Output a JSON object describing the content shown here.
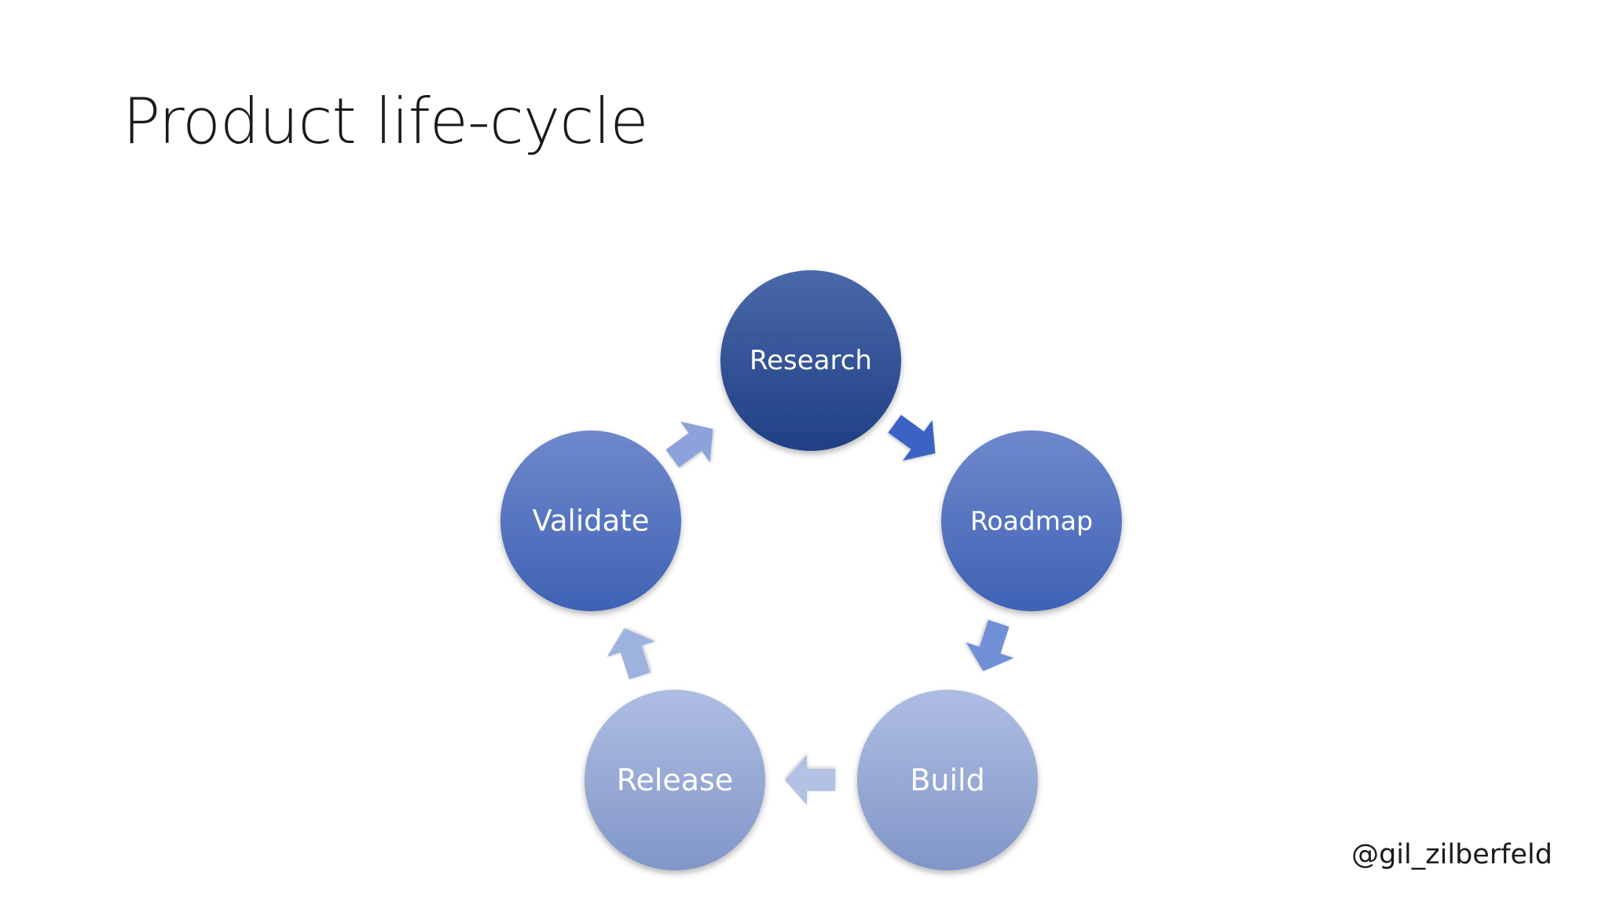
{
  "slide": {
    "title": "Product life-cycle",
    "footer": "@gil_zilberfeld"
  },
  "cycle": {
    "nodes": [
      {
        "id": "research",
        "label": "Research",
        "color_top": "#4a68a8",
        "color_bottom": "#203f86"
      },
      {
        "id": "roadmap",
        "label": "Roadmap",
        "color_top": "#6f88cc",
        "color_bottom": "#3f62b4"
      },
      {
        "id": "build",
        "label": "Build",
        "color_top": "#aebde2",
        "color_bottom": "#8196c8"
      },
      {
        "id": "release",
        "label": "Release",
        "color_top": "#aebde2",
        "color_bottom": "#8196c8"
      },
      {
        "id": "validate",
        "label": "Validate",
        "color_top": "#6f88cc",
        "color_bottom": "#3f62b4"
      }
    ],
    "arrows": [
      {
        "id": "research-to-roadmap",
        "color": "#3b64c4"
      },
      {
        "id": "roadmap-to-build",
        "color": "#6f8fd6"
      },
      {
        "id": "build-to-release",
        "color": "#b3c1e4"
      },
      {
        "id": "release-to-validate",
        "color": "#9eb2df"
      },
      {
        "id": "validate-to-research",
        "color": "#8ca2da"
      }
    ]
  }
}
